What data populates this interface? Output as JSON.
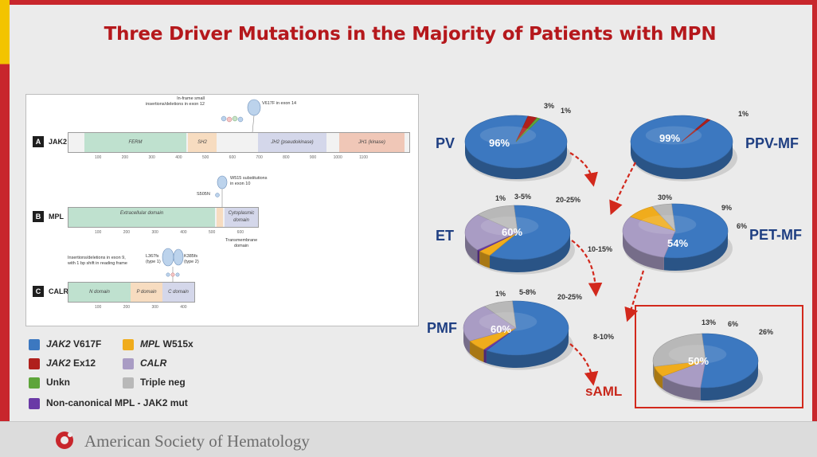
{
  "title": "Three Driver Mutations in the Majority of Patients with MPN",
  "footer": {
    "org_name": "American Society of Hematology"
  },
  "diagram": {
    "jak2": {
      "letter": "A",
      "gene": "JAK2",
      "domains": [
        "FERM",
        "SH2",
        "JH2 (pseudokinase)",
        "JH1 (kinase)"
      ],
      "ticks": [
        "100",
        "200",
        "300",
        "400",
        "500",
        "600",
        "700",
        "800",
        "900",
        "1000",
        "1100"
      ],
      "anno_left": "In-frame small\ninsertions/deletions in exon 12",
      "anno_right": "V617F in exon 14"
    },
    "mpl": {
      "letter": "B",
      "gene": "MPL",
      "domains": [
        "Extracellular domain",
        "Cytoplasmic domain"
      ],
      "ticks": [
        "100",
        "200",
        "300",
        "400",
        "500",
        "600"
      ],
      "anno_top": "W515 substitutions\nin exon 10",
      "anno_left": "S505N",
      "anno_bottom": "Transmembrane\ndomain"
    },
    "calr": {
      "letter": "C",
      "gene": "CALR",
      "domains": [
        "N domain",
        "P domain",
        "C domain"
      ],
      "ticks": [
        "100",
        "200",
        "300",
        "400"
      ],
      "anno_left": "Insertions/deletions in exon 9,\nwith 1 bp shift in reading frame",
      "anno_l367": "L367fs\n(type 1)",
      "anno_k385": "K385fs\n(type 2)"
    }
  },
  "legend": [
    {
      "label_italic": "JAK2",
      "label": " V617F",
      "color": "#3c78c0"
    },
    {
      "label_italic": "JAK2",
      "label": " Ex12",
      "color": "#b0201c"
    },
    {
      "label_italic": "",
      "label": "Unkn",
      "color": "#5ea53a"
    },
    {
      "label_italic": "",
      "label": "Non-canonical MPL - JAK2 mut",
      "color": "#6a3aa6"
    },
    {
      "label_italic": "MPL",
      "label": " W515x",
      "color": "#f0ac1c"
    },
    {
      "label_italic": "CALR",
      "label": "",
      "color": "#a99cc4"
    },
    {
      "label_italic": "",
      "label": "Triple neg",
      "color": "#b8b8b8"
    }
  ],
  "colors": {
    "jak2_v617f": "#3c78c0",
    "jak2_ex12": "#b0201c",
    "unkn": "#5ea53a",
    "noncanonical": "#6a3aa6",
    "mpl": "#f0ac1c",
    "calr": "#a99cc4",
    "triple_neg": "#b8b8b8",
    "title": "#b5181c",
    "label_blue": "#1f3f82",
    "label_red": "#c8281c"
  },
  "chart_data": [
    {
      "type": "pie",
      "title": "PV",
      "slices": [
        {
          "category": "JAK2 V617F",
          "value": 96,
          "label": "96%"
        },
        {
          "category": "JAK2 Ex12",
          "value": 3,
          "label": "3%"
        },
        {
          "category": "Unkn",
          "value": 1,
          "label": "1%"
        }
      ]
    },
    {
      "type": "pie",
      "title": "PPV-MF",
      "slices": [
        {
          "category": "JAK2 V617F",
          "value": 99,
          "label": "99%"
        },
        {
          "category": "JAK2 Ex12",
          "value": 1,
          "label": "1%"
        }
      ]
    },
    {
      "type": "pie",
      "title": "ET",
      "slices": [
        {
          "category": "JAK2 V617F",
          "value": 60,
          "label": "60%"
        },
        {
          "category": "MPL W515x",
          "value": 4,
          "label": "3-5%"
        },
        {
          "category": "Non-canonical MPL - JAK2 mut",
          "value": 1,
          "label": "1%"
        },
        {
          "category": "CALR",
          "value": 22.5,
          "label": "20-25%"
        },
        {
          "category": "Triple neg",
          "value": 12.5,
          "label": "10-15%"
        }
      ]
    },
    {
      "type": "pie",
      "title": "PET-MF",
      "slices": [
        {
          "category": "JAK2 V617F",
          "value": 54,
          "label": "54%"
        },
        {
          "category": "CALR",
          "value": 30,
          "label": "30%"
        },
        {
          "category": "MPL W515x",
          "value": 9,
          "label": "9%"
        },
        {
          "category": "Triple neg",
          "value": 6,
          "label": "6%"
        }
      ]
    },
    {
      "type": "pie",
      "title": "PMF",
      "slices": [
        {
          "category": "JAK2 V617F",
          "value": 60,
          "label": "60%"
        },
        {
          "category": "Non-canonical MPL - JAK2 mut",
          "value": 1,
          "label": "1%"
        },
        {
          "category": "MPL W515x",
          "value": 6.5,
          "label": "5-8%"
        },
        {
          "category": "CALR",
          "value": 22.5,
          "label": "20-25%"
        },
        {
          "category": "Triple neg",
          "value": 9,
          "label": "8-10%"
        }
      ]
    },
    {
      "type": "pie",
      "title": "sAML",
      "slices": [
        {
          "category": "JAK2 V617F",
          "value": 50,
          "label": "50%"
        },
        {
          "category": "CALR",
          "value": 13,
          "label": "13%"
        },
        {
          "category": "MPL W515x",
          "value": 6,
          "label": "6%"
        },
        {
          "category": "Triple neg",
          "value": 26,
          "label": "26%"
        }
      ]
    }
  ]
}
